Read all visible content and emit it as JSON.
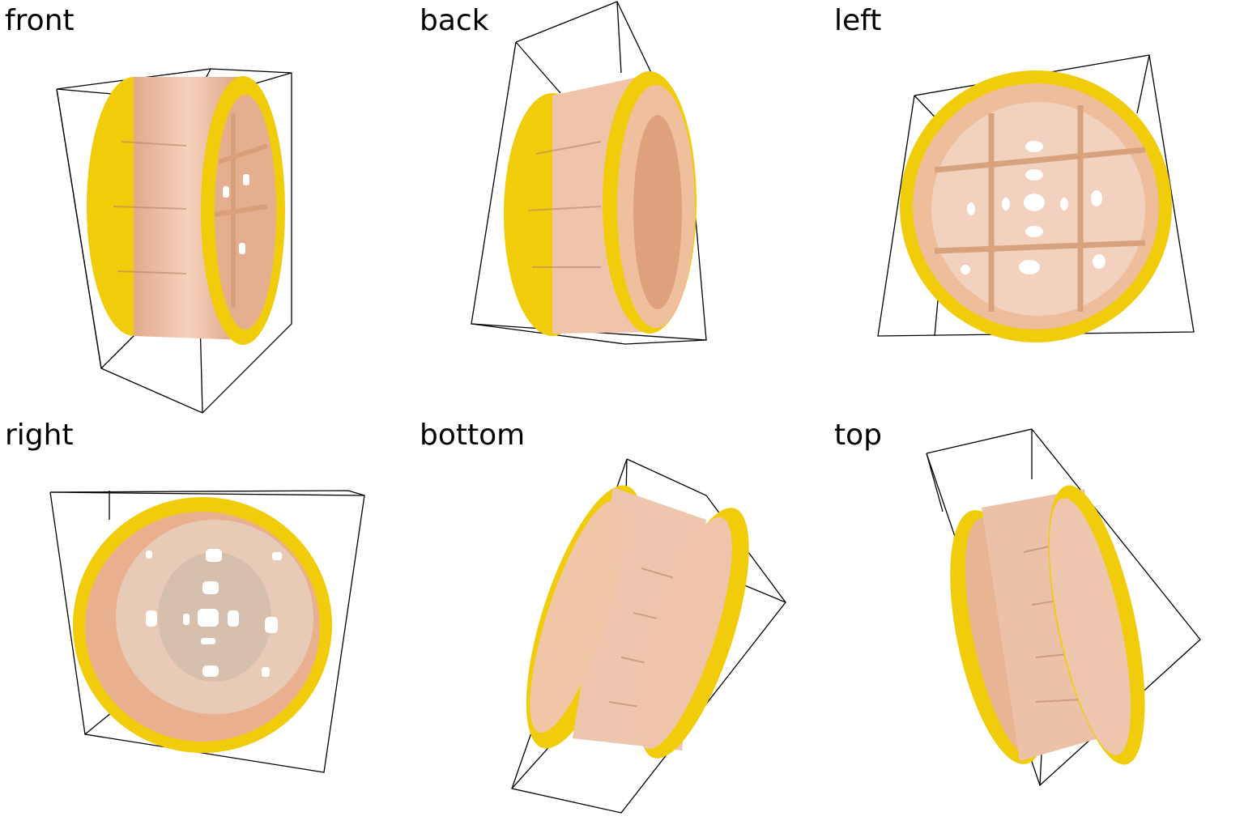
{
  "colors": {
    "background": "#ffffff",
    "label": "#000000",
    "bbox_line": "#000000",
    "rim_yellow": "#f2d20c",
    "rim_yellow_dark": "#d4b000",
    "wood_light": "#f3c9b0",
    "wood_mid": "#e6b08f",
    "wood_dark": "#c98f6d",
    "hole": "#ffffff"
  },
  "object": "round-wooden-steamer-basket",
  "views": [
    {
      "label": "front"
    },
    {
      "label": "back"
    },
    {
      "label": "left"
    },
    {
      "label": "right"
    },
    {
      "label": "bottom"
    },
    {
      "label": "top"
    }
  ]
}
